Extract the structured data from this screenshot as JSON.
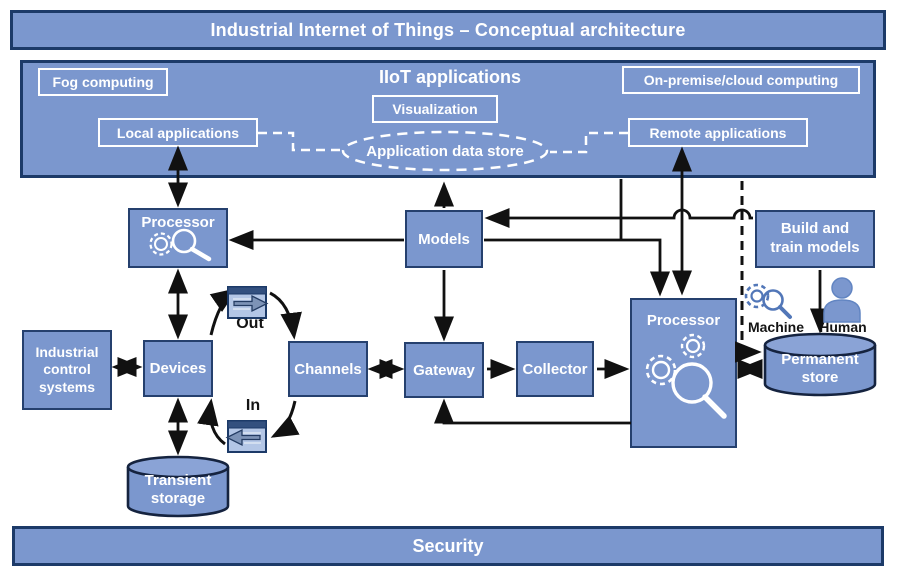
{
  "banner": {
    "title": "Industrial Internet of Things – Conceptual architecture"
  },
  "iiot": {
    "title": "IIoT applications",
    "fog_computing": "Fog computing",
    "on_premise_cloud": "On-premise/cloud computing",
    "visualization": "Visualization",
    "local_applications": "Local applications",
    "remote_applications": "Remote applications",
    "application_data_store": "Application data store"
  },
  "nodes": {
    "processor_edge": "Processor",
    "models": "Models",
    "build_train": "Build and train models",
    "industrial_control_systems": "Industrial control systems",
    "devices": "Devices",
    "channels": "Channels",
    "gateway": "Gateway",
    "collector": "Collector",
    "processor_analytics": "Processor",
    "permanent_store": "Permanent store",
    "transient_storage": "Transient storage"
  },
  "cycle": {
    "out": "Out",
    "in": "In"
  },
  "annotations": {
    "machine": "Machine",
    "human": "Human"
  },
  "security": {
    "title": "Security"
  },
  "colors": {
    "box_fill": "#7B97CE",
    "dark_border": "#1C3A68",
    "line_black": "#111111",
    "text_white": "#FFFFFF"
  }
}
